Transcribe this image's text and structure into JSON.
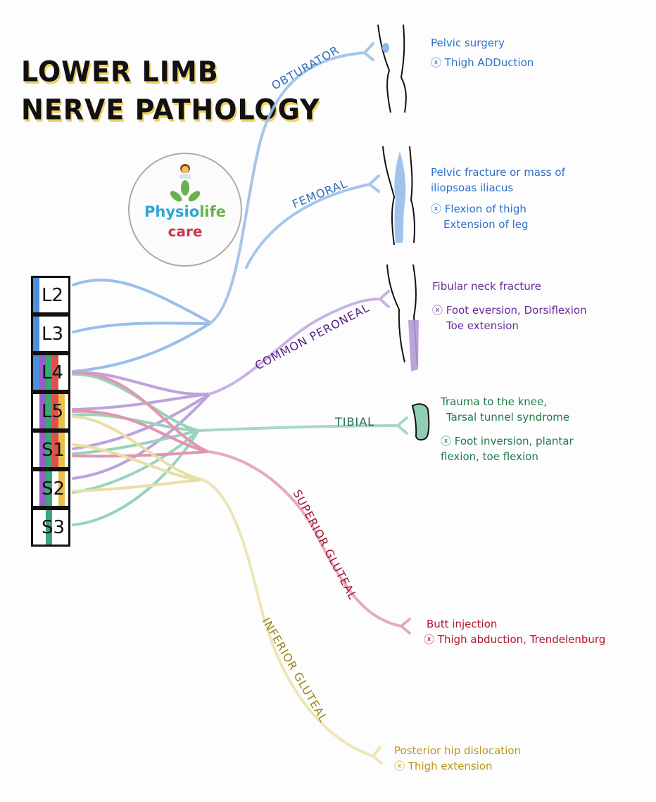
{
  "title": {
    "line1": "LOWER LIMB",
    "line2": "NERVE PATHOLOGY"
  },
  "logo": {
    "brand_part1": "Physio",
    "brand_part2": "life",
    "subtitle": "care",
    "mascot_icon": "doctor-emoji-icon",
    "leaf_icon": "leaf-icon"
  },
  "colors": {
    "obturator": "#8fb8e8",
    "femoral": "#8fb8e8",
    "common_peroneal": "#b49ad8",
    "tibial": "#8ecfb4",
    "superior_gluteal": "#e08aa8",
    "inferior_gluteal": "#e6dc9a",
    "stripe_blue": "#4a8fe0",
    "stripe_purple": "#9b5cc8",
    "stripe_green": "#3aa77a",
    "stripe_red": "#e0504a",
    "stripe_gold": "#e8c04a"
  },
  "roots": [
    {
      "label": "L2",
      "stripes": [
        "blue"
      ]
    },
    {
      "label": "L3",
      "stripes": [
        "blue"
      ]
    },
    {
      "label": "L4",
      "stripes": [
        "blue",
        "purple",
        "green",
        "red"
      ]
    },
    {
      "label": "L5",
      "stripes": [
        "purple",
        "green",
        "red",
        "gold"
      ]
    },
    {
      "label": "S1",
      "stripes": [
        "purple",
        "green",
        "red",
        "gold"
      ]
    },
    {
      "label": "S2",
      "stripes": [
        "purple",
        "green",
        "gold"
      ]
    },
    {
      "label": "S3",
      "stripes": [
        "green"
      ]
    }
  ],
  "nerves": [
    {
      "id": "obturator",
      "name": "OBTURATOR",
      "cause": "Pelvic surgery",
      "deficit": [
        "Thigh ADDuction"
      ]
    },
    {
      "id": "femoral",
      "name": "FEMORAL",
      "cause": [
        "Pelvic fracture or mass of",
        "iliopsoas iliacus"
      ],
      "deficit": [
        "Flexion of thigh",
        "Extension of leg"
      ]
    },
    {
      "id": "common_peroneal",
      "name": "COMMON PERONEAL",
      "cause": "Fibular neck fracture",
      "deficit": [
        "Foot eversion, Dorsiflexion",
        "Toe extension"
      ]
    },
    {
      "id": "tibial",
      "name": "TIBIAL",
      "cause": [
        "Trauma to the knee,",
        "Tarsal tunnel syndrome"
      ],
      "deficit": [
        "Foot inversion, plantar",
        "flexion, toe flexion"
      ]
    },
    {
      "id": "superior_gluteal",
      "name": "SUPERIOR GLUTEAL",
      "cause": "Butt injection",
      "deficit": [
        "Thigh abduction, Trendelenburg"
      ]
    },
    {
      "id": "inferior_gluteal",
      "name": "INFERIOR GLUTEAL",
      "cause": "Posterior hip dislocation",
      "deficit": [
        "Thigh extension"
      ]
    }
  ],
  "deficit_marker": "ⓧ"
}
